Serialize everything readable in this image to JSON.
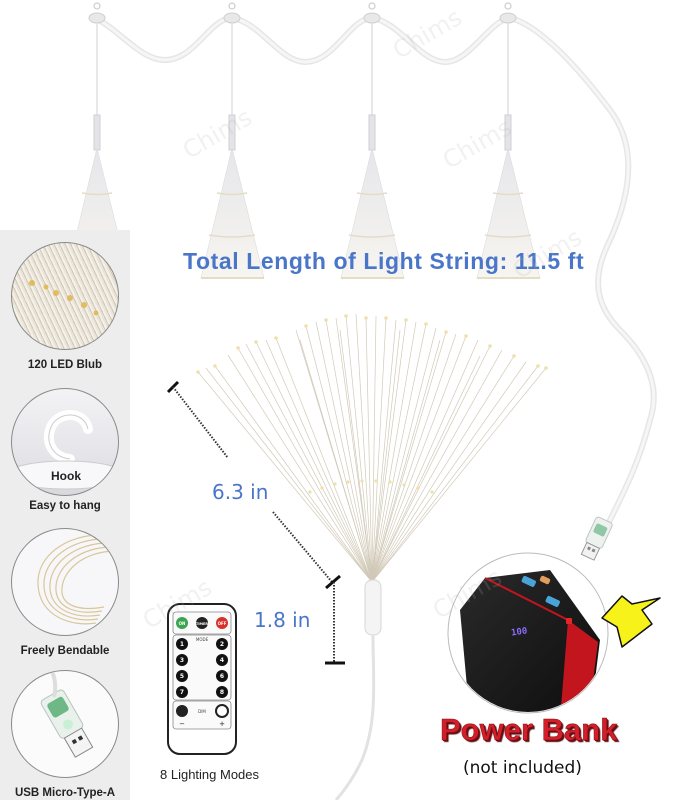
{
  "product": {
    "headline": "Total Length of Light String: 11.5 ft",
    "dimensions": {
      "spread_length": "6.3 in",
      "base_length": "1.8 in"
    },
    "watermark": "Chims",
    "hanging_lights_count": 4
  },
  "sidebar": {
    "features": [
      {
        "label": "120 LED Blub",
        "icon": "led-bulb-closeup"
      },
      {
        "label": "Hook",
        "sublabel": "Easy to hang",
        "icon": "hook"
      },
      {
        "label": "Freely Bendable",
        "icon": "bendable-wire-coil"
      },
      {
        "label": "USB Micro-Type-A",
        "icon": "usb-plug"
      }
    ]
  },
  "remote": {
    "caption": "8 Lighting Modes",
    "buttons_top": [
      "ON",
      "TIMER",
      "OFF"
    ],
    "mode_label": "MODE",
    "mode_buttons": [
      "1",
      "2",
      "3",
      "4",
      "5",
      "6",
      "7",
      "8"
    ],
    "dim_label": "DIM",
    "dim_minus": "−",
    "dim_plus": "+"
  },
  "power_bank": {
    "title": "Power Bank",
    "note": "(not included)",
    "display_value": "100"
  },
  "colors": {
    "accent_blue": "#4a76c9",
    "power_bank_red": "#d41f2a",
    "arrow_yellow": "#f7f21a",
    "sidebar_bg": "#ededed"
  }
}
